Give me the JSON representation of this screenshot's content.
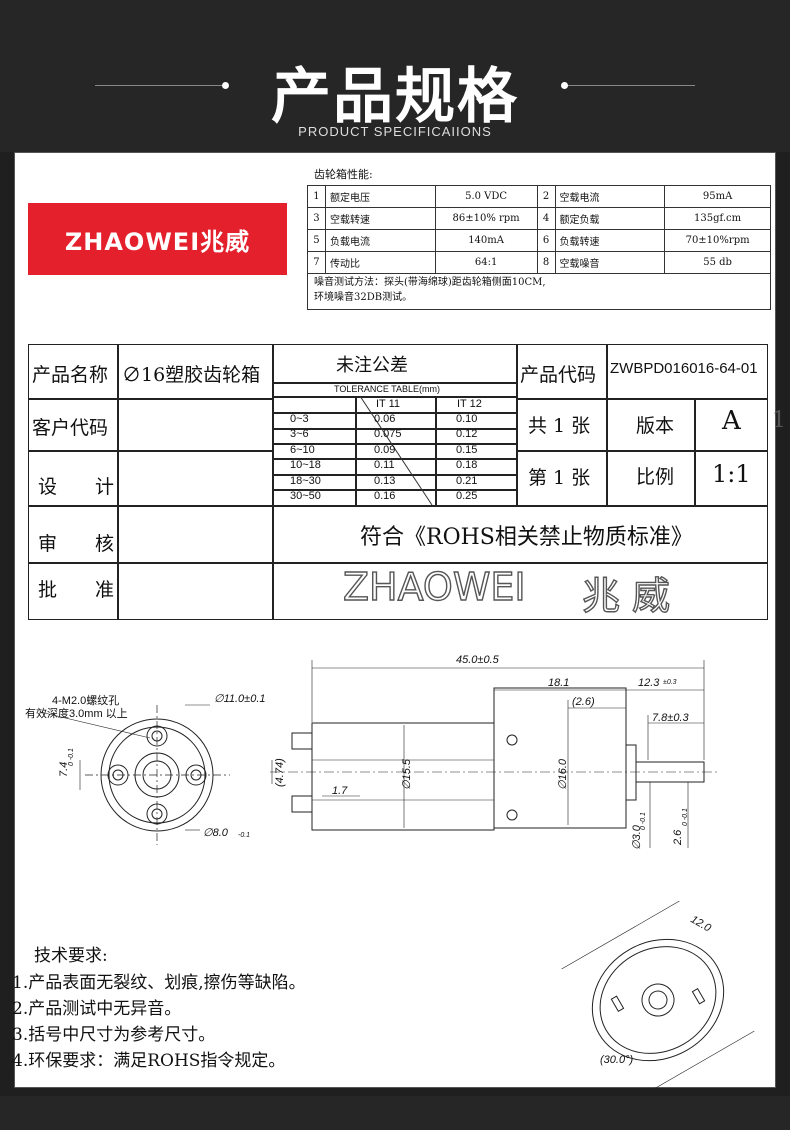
{
  "header": {
    "title": "产品规格",
    "subtitle": "PRODUCT SPECIFICAIIONS"
  },
  "brand": {
    "logo_text": "ZHAOWEI兆威",
    "accent": "#e3202b"
  },
  "gearbox": {
    "title": "齿轮箱性能:",
    "rows": [
      [
        {
          "n": "1",
          "label": "额定电压",
          "value": "5.0  VDC"
        },
        {
          "n": "2",
          "label": "空载电流",
          "value": "95mA"
        }
      ],
      [
        {
          "n": "3",
          "label": "空载转速",
          "value": "86±10% rpm"
        },
        {
          "n": "4",
          "label": "额定负载",
          "value": "135gf.cm"
        }
      ],
      [
        {
          "n": "5",
          "label": "负载电流",
          "value": "140mA"
        },
        {
          "n": "6",
          "label": "负载转速",
          "value": "70±10%rpm"
        }
      ],
      [
        {
          "n": "7",
          "label": "传动比",
          "value": "64:1"
        },
        {
          "n": "8",
          "label": "空载噪音",
          "value": "55 db"
        }
      ]
    ],
    "note_line1": "噪音测试方法：探头(带海绵球)距齿轮箱侧面10CM,",
    "note_line2": "环境噪音32DB测试。"
  },
  "title_block": {
    "product_name_label": "产品名称",
    "product_name": "∅16塑胶齿轮箱",
    "tolerance_label": "未注公差",
    "tolerance_table_label": "TOLERANCE TABLE(mm)",
    "product_code_label": "产品代码",
    "product_code": "ZWBPD016016-64-01",
    "customer_code_label": "客户代码",
    "design_label": "设　　计",
    "review_label": "审　　核",
    "approve_label": "批　　准",
    "sheets_total": "共 1 张",
    "sheet_no": "第 1 张",
    "version_label": "版本",
    "version": "A",
    "scale_label": "比例",
    "scale": "1:1",
    "side_mark": "1",
    "rohs": "符合《ROHS相关禁止物质标准》",
    "watermark_latin": "ZHAOWEI",
    "watermark_cn": "兆威",
    "tol_cols": [
      "IT 11",
      "IT 12"
    ],
    "tol_rows": [
      {
        "range": "0~3",
        "it11": "0.06",
        "it12": "0.10"
      },
      {
        "range": "3~6",
        "it11": "0.075",
        "it12": "0.12"
      },
      {
        "range": "6~10",
        "it11": "0.09",
        "it12": "0.15"
      },
      {
        "range": "10~18",
        "it11": "0.11",
        "it12": "0.18"
      },
      {
        "range": "18~30",
        "it11": "0.13",
        "it12": "0.21"
      },
      {
        "range": "30~50",
        "it11": "0.16",
        "it12": "0.25"
      }
    ]
  },
  "drawing": {
    "hole_note_1": "4-M2.0螺纹孔",
    "hole_note_2": "有效深度3.0mm 以上",
    "d_flange": "∅11.0±0.1",
    "d_8": "∅8.0",
    "d_8_tol": "-0.1",
    "d_74": "7.4",
    "d_74_tol": "0 -0.1",
    "len_total": "45.0±0.5",
    "len_181": "18.1",
    "len_123": "12.3",
    "len_123_tol": "±0.3",
    "len_26": "(2.6)",
    "len_78": "7.8±0.3",
    "d_474": "(4.74)",
    "len_17": "1.7",
    "d_155": "∅15.5",
    "d_160": "∅16.0",
    "d_30": "∅3.0",
    "d_30_tol": "0 -0.1",
    "d_26": "2.6",
    "d_26_tol": "0 -0.1",
    "iso_120": "12.0",
    "iso_300": "(30.0°)"
  },
  "tech": {
    "title": "技术要求:",
    "items": [
      "1.产品表面无裂纹、划痕,擦伤等缺陷。",
      "2.产品测试中无异音。",
      "3.括号中尺寸为参考尺寸。",
      "4.环保要求：满足ROHS指令规定。"
    ]
  }
}
